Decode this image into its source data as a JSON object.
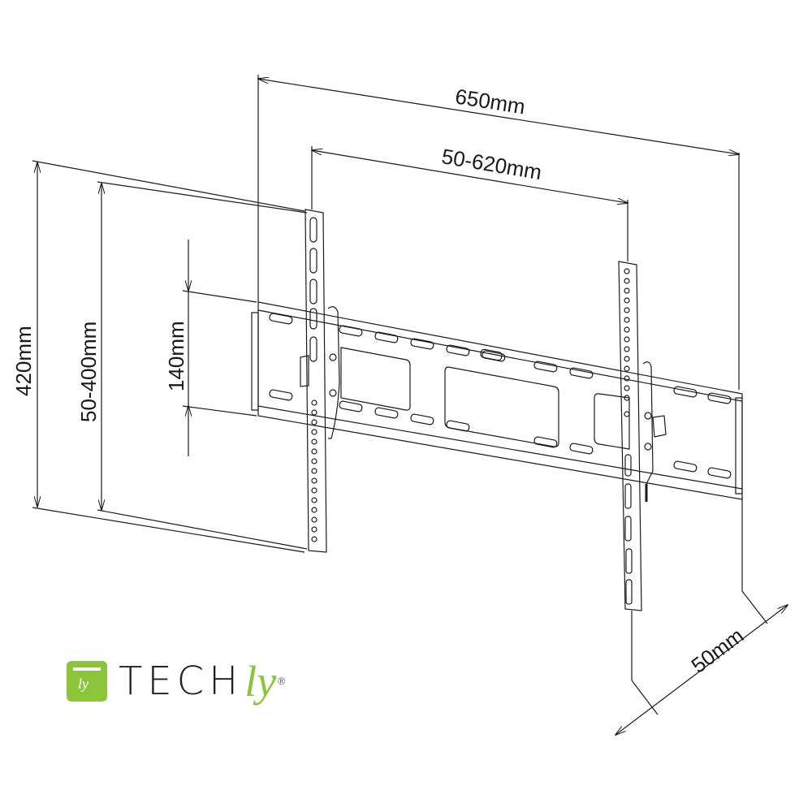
{
  "diagram": {
    "subject": "Tilting TV wall mount bracket technical drawing",
    "dimensions": {
      "overall_width": "650mm",
      "vesa_horizontal": "50-620mm",
      "overall_height": "420mm",
      "vesa_vertical": "50-400mm",
      "plate_height": "140mm",
      "wall_distance": "50mm"
    },
    "colors": {
      "line": "#1a1a1a",
      "brand_green": "#8cc43c"
    }
  },
  "logo": {
    "mark": "ly",
    "word": "TECH",
    "suffix": "ly",
    "registered": "®"
  }
}
